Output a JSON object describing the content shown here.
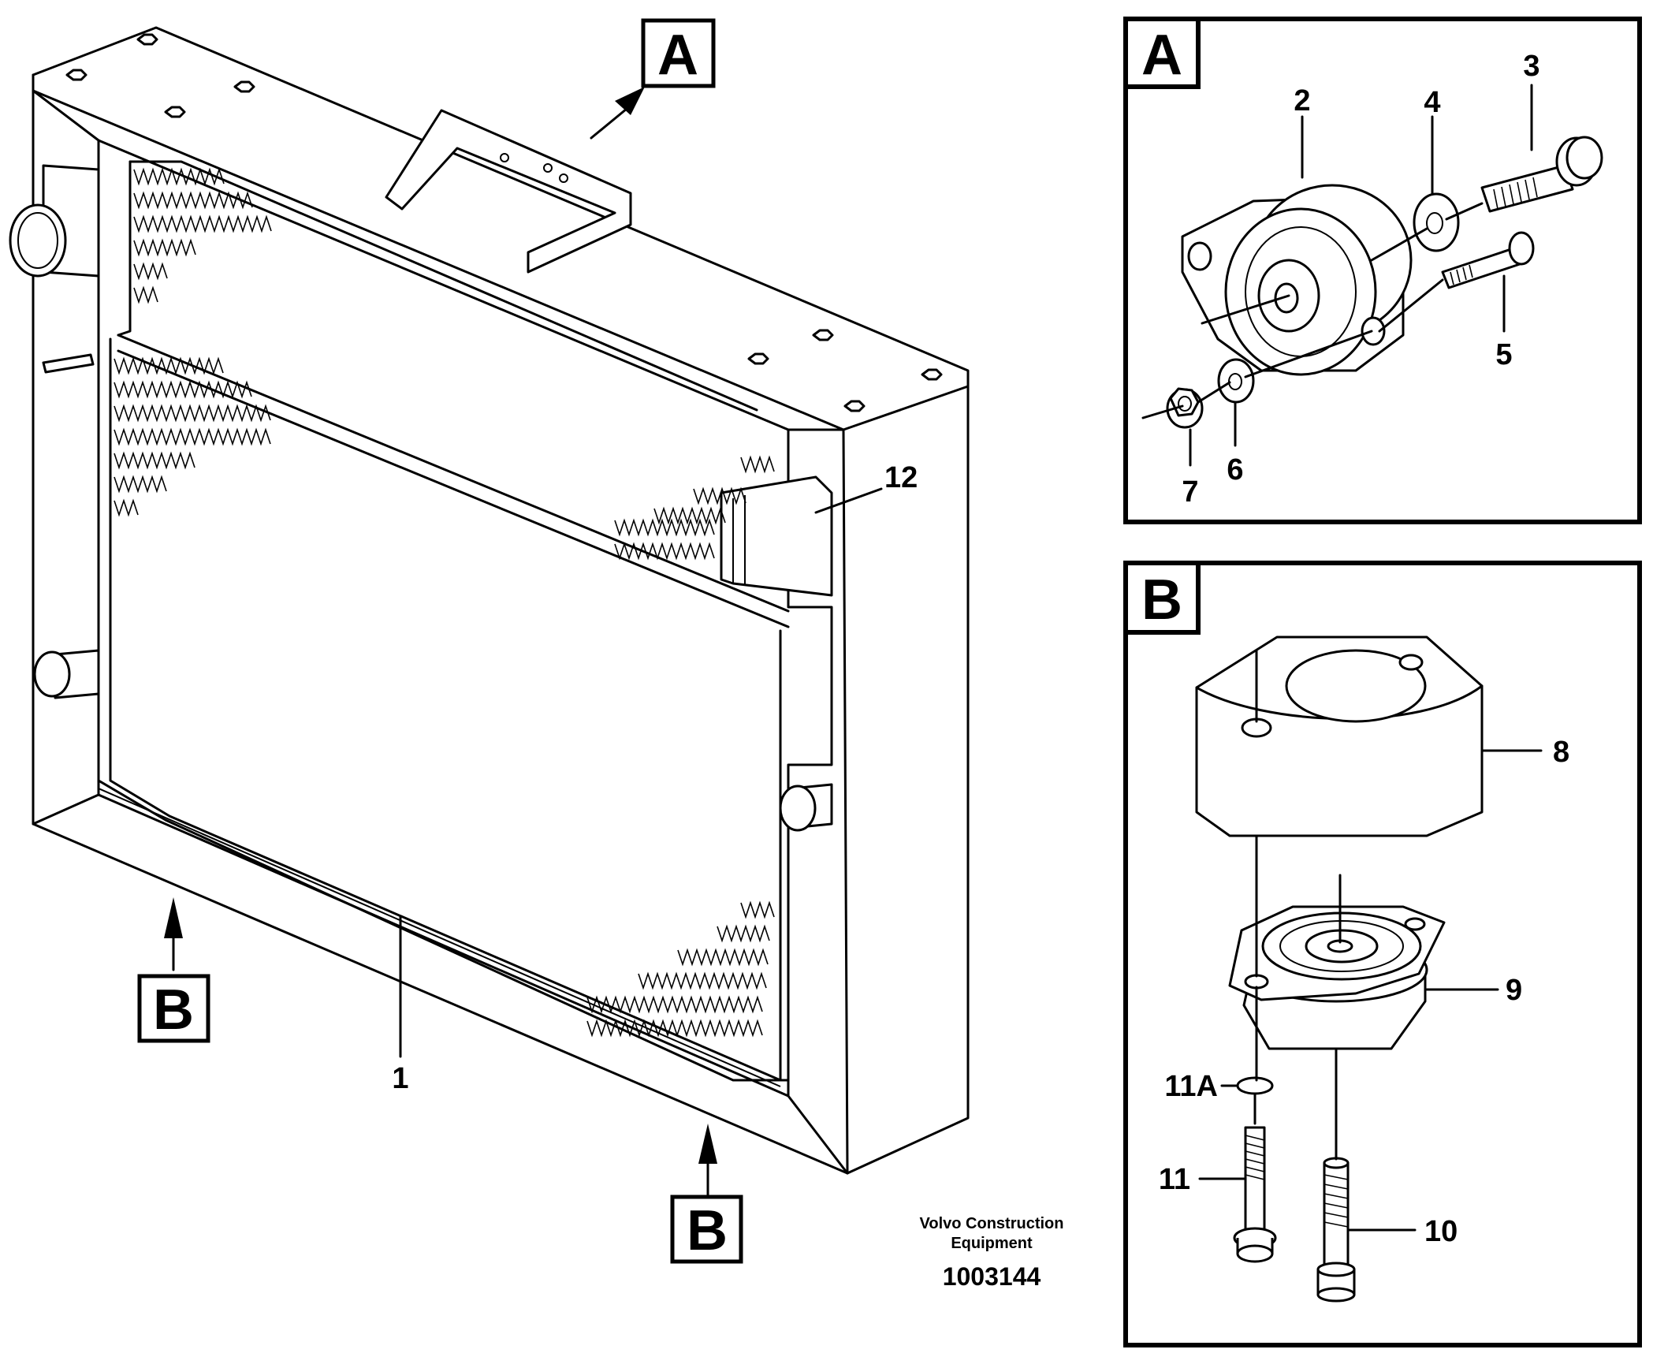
{
  "callouts": {
    "detail_a": "A",
    "detail_b": "B",
    "view_a": "A",
    "view_b_left": "B",
    "view_b_right": "B"
  },
  "parts": {
    "p1": "1",
    "p2": "2",
    "p3": "3",
    "p4": "4",
    "p5": "5",
    "p6": "6",
    "p7": "7",
    "p8": "8",
    "p9": "9",
    "p10": "10",
    "p11": "11",
    "p11a": "11A",
    "p12": "12"
  },
  "footer": {
    "company_line1": "Volvo Construction",
    "company_line2": "Equipment",
    "drawing_number": "1003144"
  }
}
